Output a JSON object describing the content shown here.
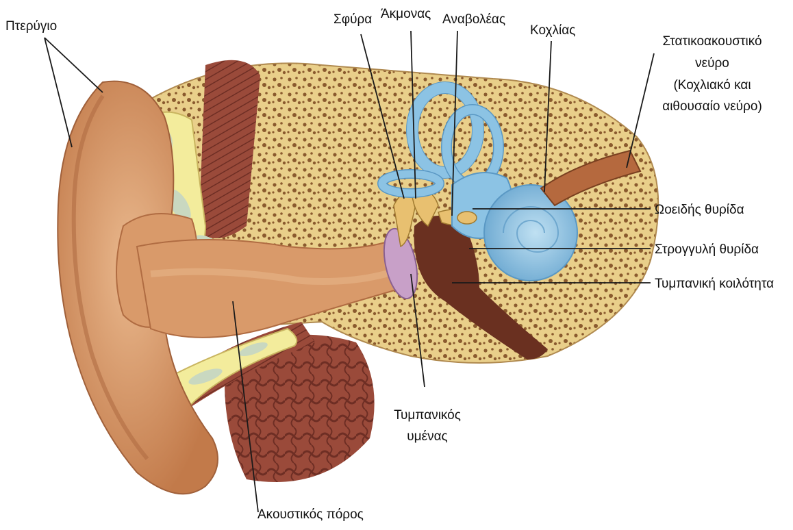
{
  "labels": {
    "pinna": "Πτερύγιο",
    "malleus": "Σφύρα",
    "incus": "Άκμονας",
    "stapes": "Αναβολέας",
    "cochlea": "Κοχλίας",
    "nerve_line1": "Στατικοακουστικό",
    "nerve_line2": "νεύρο",
    "nerve_line3": "(Κοχλιακό και",
    "nerve_line4": "αιθουσαίο νεύρο)",
    "oval_window": "Ωοειδής θυρίδα",
    "round_window": "Στρογγυλή θυρίδα",
    "tympanic_cavity": "Τυμπανική κοιλότητα",
    "tympanic_membrane_line1": "Τυμπανικός",
    "tympanic_membrane_line2": "υμένας",
    "ear_canal": "Ακουστικός πόρος"
  },
  "colors": {
    "skin": "#d99a6a",
    "skin_dark": "#b06c42",
    "skin_light": "#eab98e",
    "bone": "#e9cf8a",
    "bone_spots": "#8a5a2e",
    "cartilage": "#f3ec9c",
    "cartilage_core": "#c9d8c0",
    "muscle": "#9a4a3a",
    "muscle_dark": "#6e2e24",
    "labyrinth": "#8cc3e4",
    "labyrinth_dark": "#5a98c4",
    "ossicle": "#e8c070",
    "membrane": "#c8a0c8",
    "cavity": "#6a3020",
    "nerve": "#b5693e",
    "leader": "#1a1a1a"
  }
}
